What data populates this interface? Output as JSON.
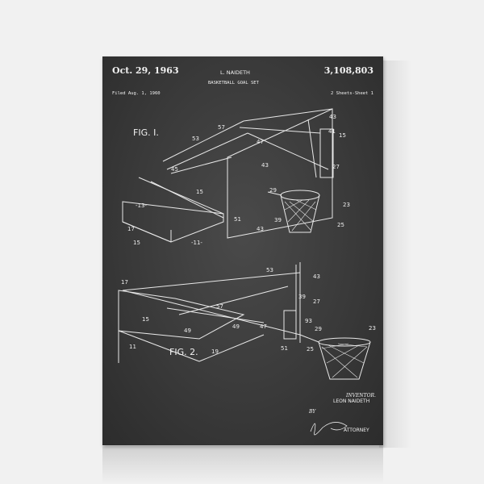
{
  "patent": {
    "date": "Oct. 29, 1963",
    "inventor_header": "L. NAIDETH",
    "title": "BASKETBALL GOAL SET",
    "number": "3,108,803",
    "filed": "Filed Aug. 1, 1960",
    "sheets": "2 Sheets-Sheet 1",
    "fig1": "FIG. I.",
    "fig2": "FIG. 2.",
    "inventor_label": "INVENTOR.",
    "inventor_name": "LEON NAIDETH",
    "by": "BY",
    "attorney": "ATTORNEY",
    "signature": "signature"
  },
  "fig1_labels": [
    "57",
    "43",
    "41",
    "15",
    "53",
    "47",
    "45",
    "43",
    "27",
    "15",
    "29",
    "23",
    "-13-",
    "51",
    "39",
    "43",
    "25",
    "17",
    "15",
    "-11-"
  ],
  "fig2_labels": [
    "53",
    "43",
    "17",
    "39",
    "27",
    "57",
    "15",
    "49",
    "49",
    "47",
    "93",
    "29",
    "23",
    "51",
    "19",
    "11",
    "25"
  ],
  "colors": {
    "chalkboard": "#3a3a3a",
    "chalk": "#f2f2f2",
    "background": "#f1f1f1"
  }
}
